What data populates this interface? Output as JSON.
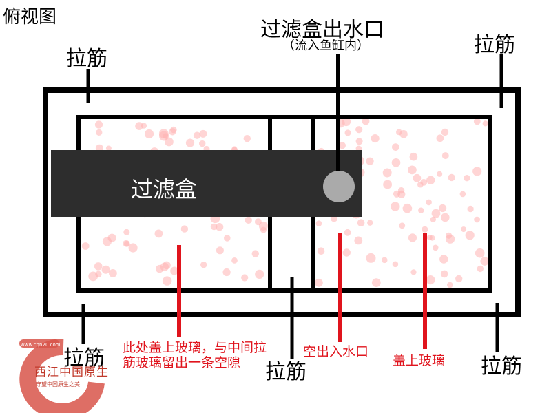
{
  "title": "俯视图",
  "outlet": {
    "title": "过滤盒出水口",
    "subtitle": "（流入鱼缸内）"
  },
  "ribs": {
    "top_left": "拉筋",
    "top_right": "拉筋",
    "bottom_left": "拉筋",
    "bottom_middle": "拉筋",
    "bottom_right": "拉筋"
  },
  "filter_box": "过滤盒",
  "notes": {
    "gap": "此处盖上玻璃，与中间拉筋玻璃留出一条空隙",
    "port": "空出入水口",
    "cover": "盖上玻璃"
  },
  "watermark": {
    "url": "www.cqn20.com",
    "name": "西江中国原生",
    "slogan": "守望中国原生之美"
  },
  "colors": {
    "frame": "#000000",
    "filter_box": "#2d2d2d",
    "outlet_dot": "#aaaaaa",
    "dots": "#ffb3b3",
    "annotation": "#e0141d",
    "logo": "#d8554a"
  }
}
